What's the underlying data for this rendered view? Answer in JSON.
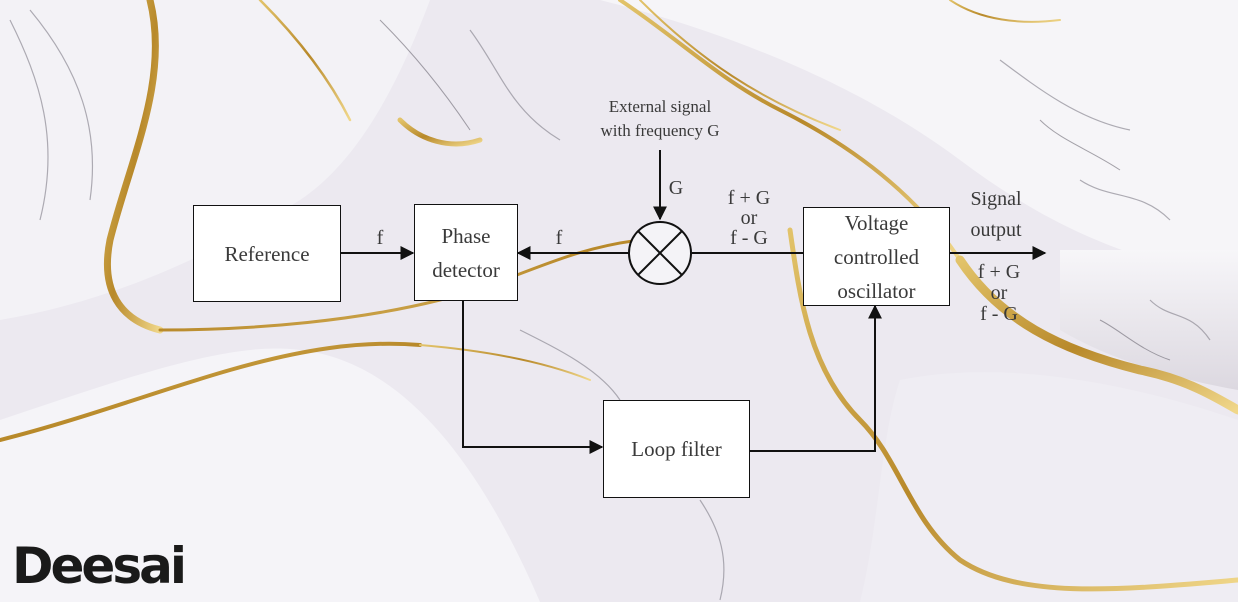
{
  "diagram": {
    "blocks": {
      "reference": "Reference",
      "phase_detector": "Phase\ndetector",
      "vco": "Voltage\ncontrolled\noscillator",
      "loop_filter": "Loop filter"
    },
    "labels": {
      "external_signal": "External signal\nwith frequency G",
      "g": "G",
      "f_reference": "f",
      "f_feedback": "f",
      "mixer_output": "f + G\nor\nf - G",
      "signal_output": "Signal\noutput",
      "output_frequency": "f + G\nor\nf - G"
    }
  },
  "watermark": {
    "brand": "Deesai"
  },
  "colors": {
    "marble_base": "#ece9f0",
    "gold_vein": "#c9a33f",
    "line": "#111111"
  }
}
